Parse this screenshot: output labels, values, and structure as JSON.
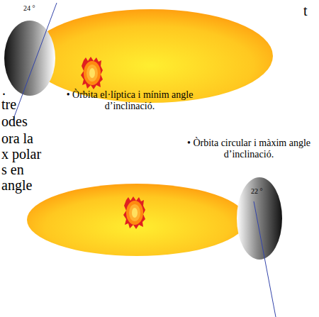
{
  "diagram": {
    "labels": [
      "24 °",
      "• Òrbita el·líptica i mínim angle d’inclinació.",
      "• Òrbita circular i màxim angle d’inclinació.",
      "22 °",
      "t",
      ".",
      "tre",
      "odes",
      "ora la",
      "x polar",
      "s en",
      "angle"
    ]
  }
}
